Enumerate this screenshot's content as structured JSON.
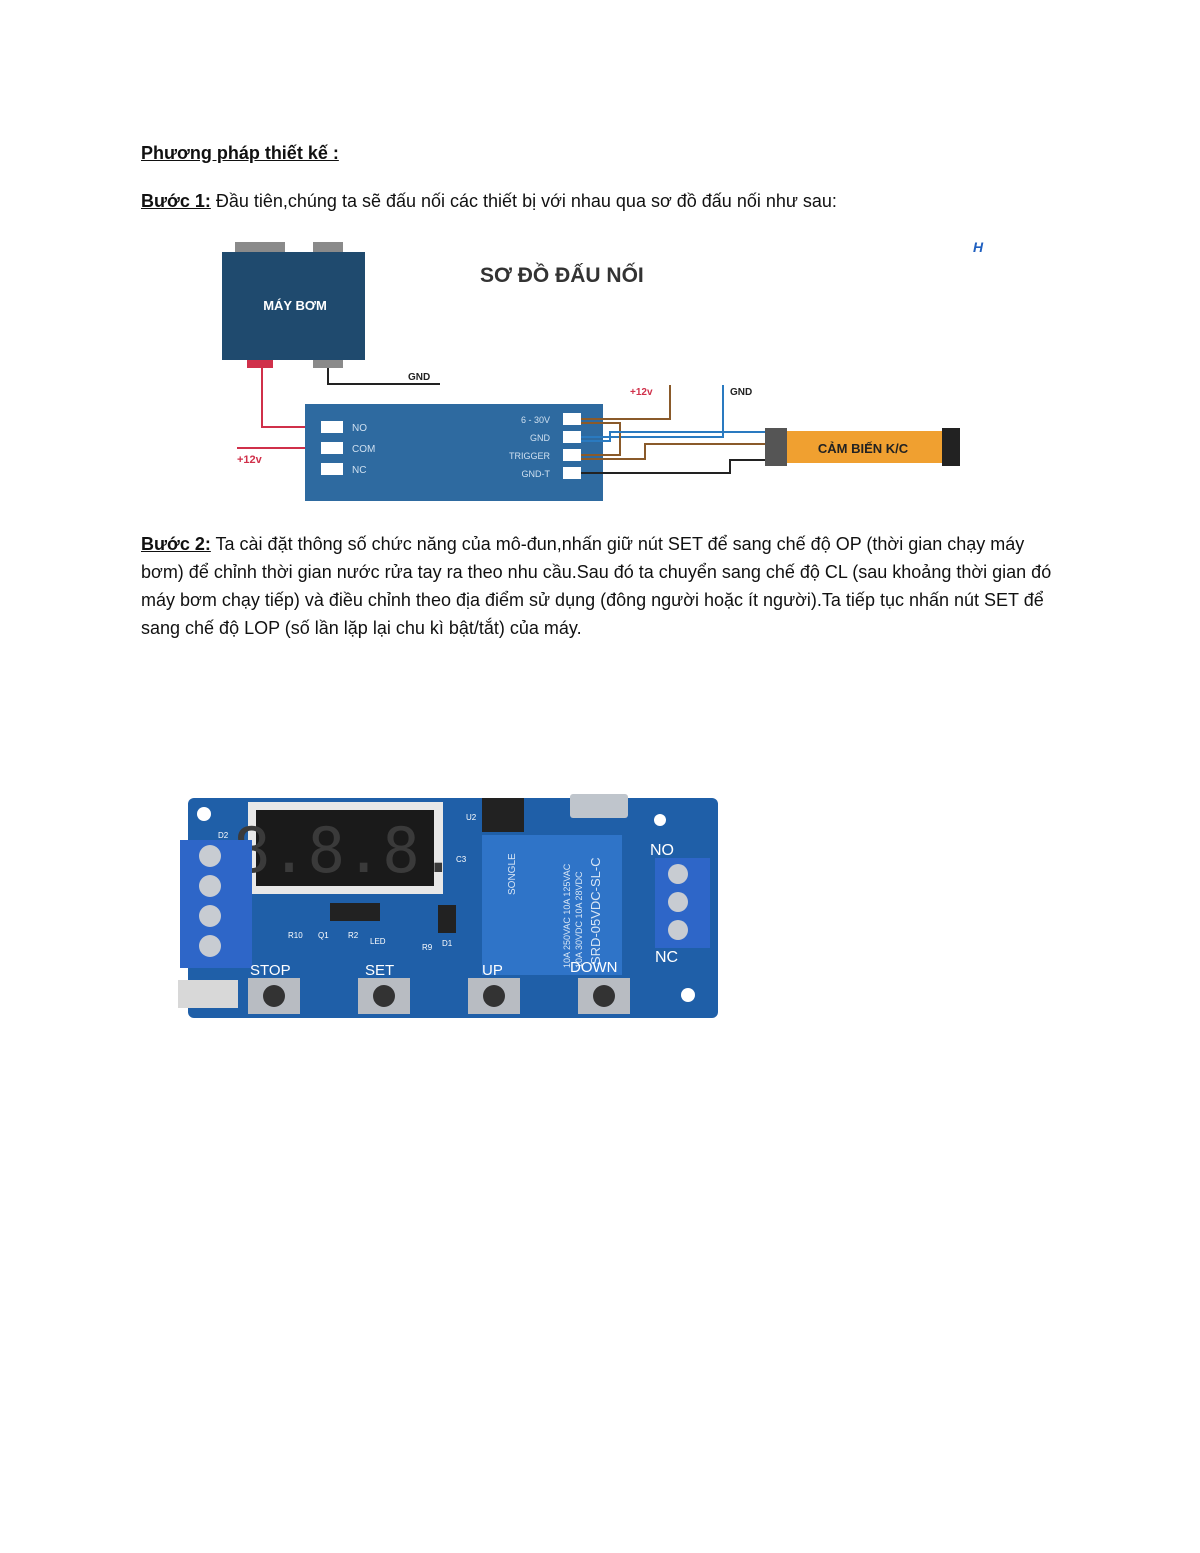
{
  "document": {
    "heading": "Phương pháp thiết kế :",
    "step1": {
      "label": "Bước 1:",
      "text": " Đầu tiên,chúng ta sẽ đấu nối các thiết bị với nhau qua sơ đồ đấu nối như sau:"
    },
    "step2": {
      "label": "Bước 2:",
      "text": " Ta cài đặt thông số chức năng của mô-đun,nhấn giữ nút SET để sang chế độ OP (thời gian chạy máy bơm) để chỉnh thời gian nước rửa tay ra theo nhu cầu.Sau đó ta chuyển sang chế độ CL (sau khoảng thời gian đó máy bơm chạy tiếp) và điều chỉnh theo địa điểm sử dụng (đông người hoặc ít người).Ta tiếp tục nhấn nút SET để sang chế độ LOP (số lần lặp lại chu kì bật/tắt) của máy."
    }
  },
  "diagram": {
    "title": "SƠ ĐỒ ĐẤU NỐI",
    "pump_label": "MÁY BƠM",
    "gnd_label": "GND",
    "plus12_label": "+12v",
    "left_pins": [
      "NO",
      "COM",
      "NC"
    ],
    "right_pins": [
      "6 - 30V",
      "GND",
      "TRIGGER",
      "GND-T"
    ],
    "sensor_label": "CẢM BIẾN K/C",
    "top_plus12": "+12v",
    "top_gnd": "GND",
    "colors": {
      "module": "#2e6aa0",
      "pump": "#1f4a6e",
      "sensor": "#f0a030",
      "red_wire": "#d0304a",
      "brown_wire": "#8a5a2a",
      "blue_wire": "#2a7ac0"
    }
  },
  "board": {
    "display": "8.8.8.",
    "relay_brand": "SONGLE",
    "relay_model": "SRD-05VDC-SL-C",
    "relay_rating1": "10A 250VAC 10A 125VAC",
    "relay_rating2": "10A 30VDC 10A 28VDC",
    "buttons": [
      "STOP",
      "SET",
      "UP",
      "DOWN"
    ],
    "terminal_no": "NO",
    "terminal_nc": "NC",
    "silk_labels": [
      "D2",
      "R10",
      "Q1",
      "R2",
      "LED",
      "R9",
      "D1",
      "U2",
      "C3"
    ]
  }
}
